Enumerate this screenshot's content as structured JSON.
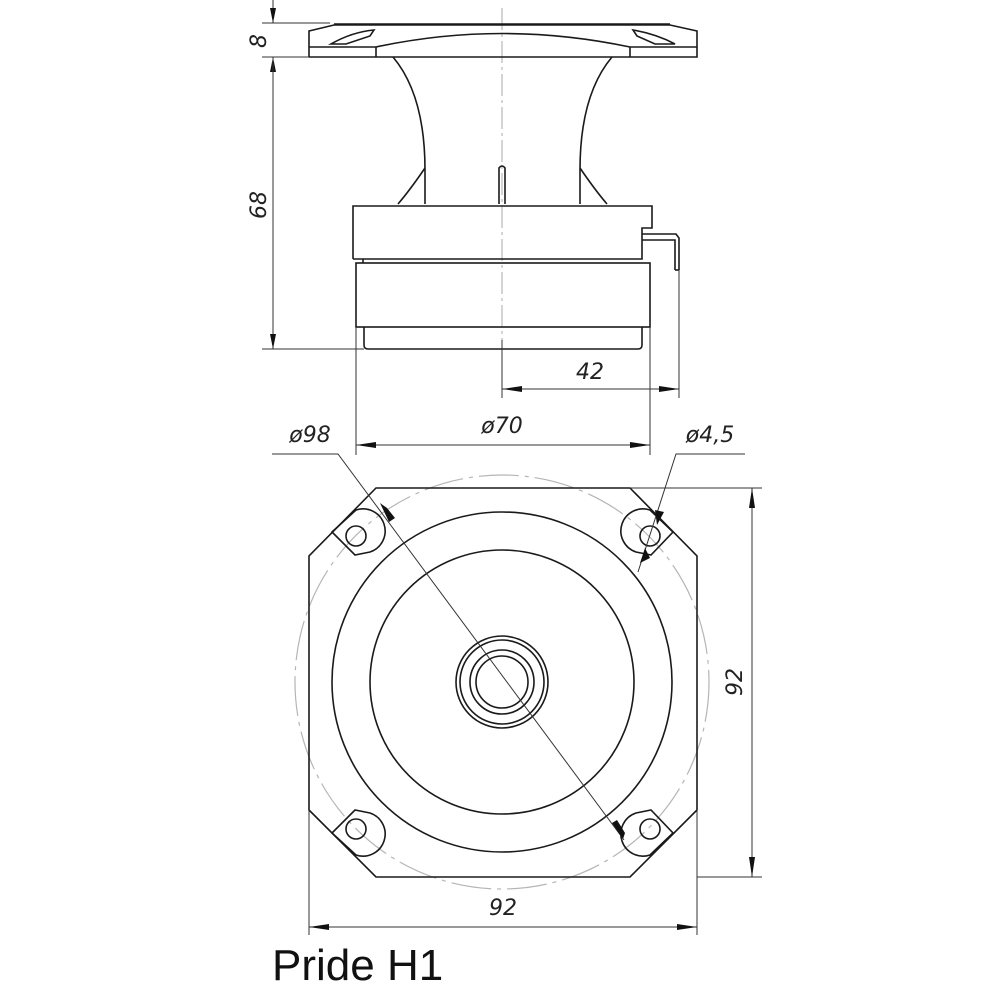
{
  "title": "Pride H1",
  "side_view": {
    "dimensions": {
      "flange_thickness": "8",
      "body_height": "68",
      "terminal_offset": "42",
      "magnet_diameter": "ø70"
    }
  },
  "front_view": {
    "dimensions": {
      "bolt_circle_diameter": "ø98",
      "hole_diameter": "ø4,5",
      "height": "92",
      "width": "92"
    },
    "mounting_holes": 4
  },
  "colors": {
    "line": "#1a1a1a",
    "centerline": "#aaaaaa",
    "background": "#ffffff"
  }
}
